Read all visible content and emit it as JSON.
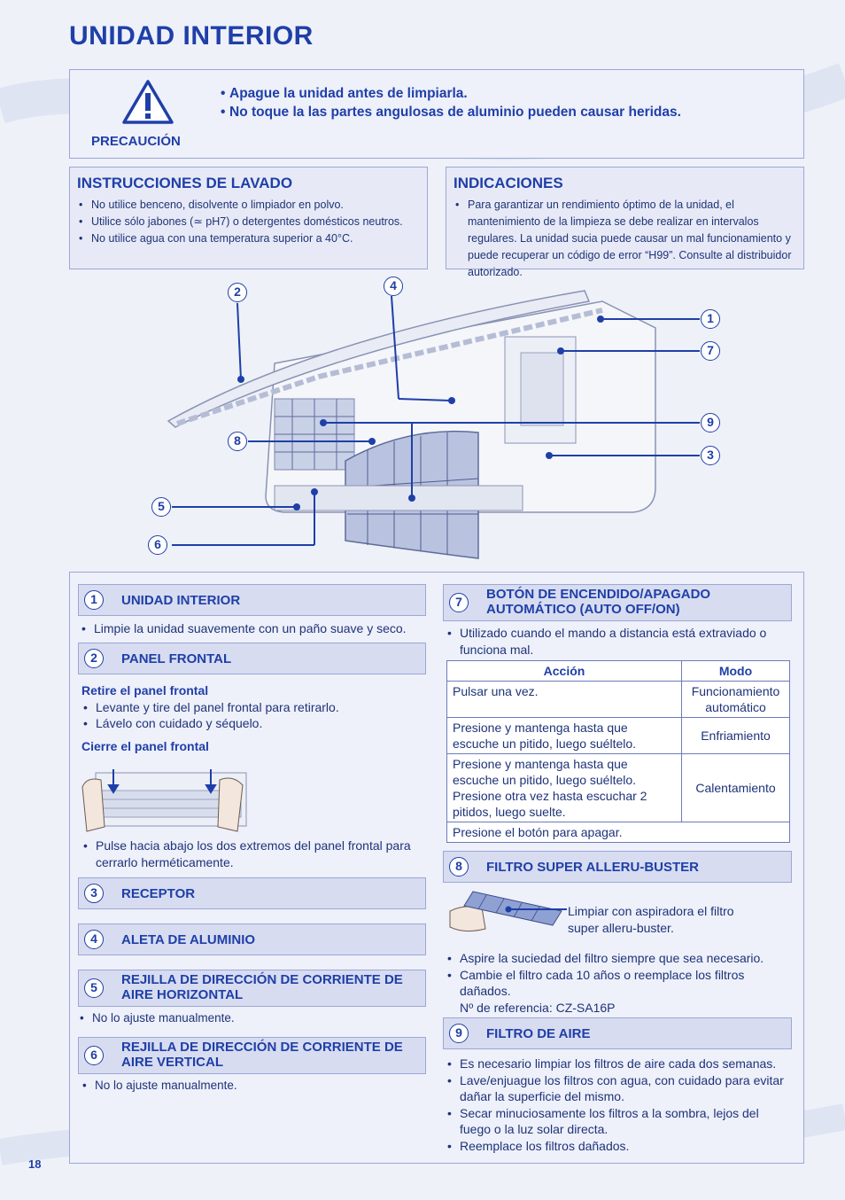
{
  "page": {
    "title": "UNIDAD INTERIOR",
    "page_number": "18"
  },
  "caution": {
    "label": "PRECAUCIÓN",
    "items": [
      "Apague la unidad antes de limpiarla.",
      "No toque la las partes angulosas de aluminio pueden causar heridas."
    ]
  },
  "lavado": {
    "heading": "INSTRUCCIONES DE LAVADO",
    "items": [
      "No utilice benceno, disolvente o limpiador en polvo.",
      "Utilice sólo jabones (≃ pH7) o detergentes domésticos neutros.",
      "No utilice agua con una temperatura superior a 40°C."
    ]
  },
  "indicaciones": {
    "heading": "INDICACIONES",
    "items": [
      "Para garantizar un rendimiento óptimo de la unidad, el mantenimiento de la limpieza se debe realizar en intervalos regulares. La unidad sucia puede causar un mal funcionamiento y puede recuperar un código de error “H99”. Consulte al distribuidor autorizado."
    ]
  },
  "callouts": [
    "1",
    "2",
    "3",
    "4",
    "5",
    "6",
    "7",
    "8",
    "9"
  ],
  "sections": {
    "s1": {
      "num": "1",
      "title": "UNIDAD INTERIOR",
      "items": [
        "Limpie la unidad suavemente con un paño suave y seco."
      ]
    },
    "s2": {
      "num": "2",
      "title": "PANEL FRONTAL",
      "sub1": "Retire el panel frontal",
      "items1": [
        "Levante y tire del panel frontal para retirarlo.",
        "Lávelo con cuidado y séquelo."
      ],
      "sub2": "Cierre el panel frontal",
      "items2": [
        "Pulse hacia abajo los dos extremos del panel frontal para cerrarlo herméticamente."
      ]
    },
    "s3": {
      "num": "3",
      "title": "RECEPTOR"
    },
    "s4": {
      "num": "4",
      "title": "ALETA DE ALUMINIO"
    },
    "s5": {
      "num": "5",
      "title_l1": "REJILLA DE DIRECCIÓN DE CORRIENTE DE",
      "title_l2": "AIRE HORIZONTAL",
      "items": [
        "No lo ajuste manualmente."
      ]
    },
    "s6": {
      "num": "6",
      "title_l1": "REJILLA DE DIRECCIÓN DE CORRIENTE DE",
      "title_l2": "AIRE VERTICAL",
      "items": [
        "No lo ajuste manualmente."
      ]
    },
    "s7": {
      "num": "7",
      "title_l1": "BOTÓN DE ENCENDIDO/APAGADO",
      "title_l2": "AUTOMÁTICO (AUTO OFF/ON)",
      "items": [
        "Utilizado cuando el mando a distancia está extraviado o funciona mal."
      ],
      "table": {
        "headers": [
          "Acción",
          "Modo"
        ],
        "rows": [
          [
            "Pulsar una vez.",
            "Funcionamiento automático"
          ],
          [
            "Presione y mantenga hasta que escuche un pitido, luego suéltelo.",
            "Enfriamiento"
          ],
          [
            "Presione y mantenga hasta que escuche un pitido, luego suéltelo. Presione otra vez hasta escuchar 2 pitidos, luego suelte.",
            "Calentamiento"
          ]
        ],
        "footer": "Presione el botón para apagar."
      }
    },
    "s8": {
      "num": "8",
      "title": "FILTRO SUPER ALLERU-BUSTER",
      "caption": "Limpiar con aspiradora el filtro super alleru-buster.",
      "items": [
        "Aspire la suciedad del filtro siempre que sea necesario.",
        "Cambie el filtro cada 10 años o reemplace los filtros dañados.",
        "Nº de referencia: CZ-SA16P"
      ]
    },
    "s9": {
      "num": "9",
      "title": "FILTRO DE AIRE",
      "items": [
        "Es necesario limpiar los filtros de aire cada dos semanas.",
        "Lave/enjuague los filtros con agua, con cuidado para evitar dañar la superficie del mismo.",
        "Secar minuciosamente los filtros a la sombra, lejos del fuego o la luz solar directa.",
        "Reemplace los filtros dañados."
      ]
    }
  }
}
